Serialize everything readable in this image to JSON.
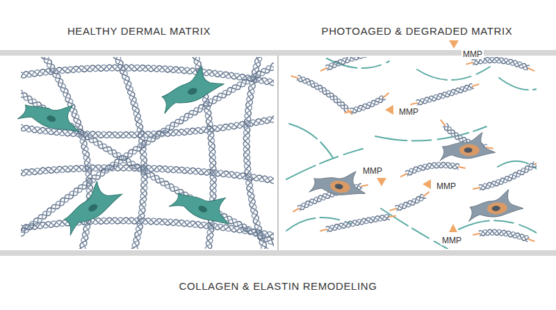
{
  "diagram": {
    "caption": "COLLAGEN & ELASTIN REMODELING",
    "labels": [
      "HEALTHY DERMAL MATRIX",
      "PHOTOAGED & DEGRADED MATRIX",
      "MMP",
      "MMP",
      "MMP",
      "MMP",
      "MMP"
    ]
  }
}
